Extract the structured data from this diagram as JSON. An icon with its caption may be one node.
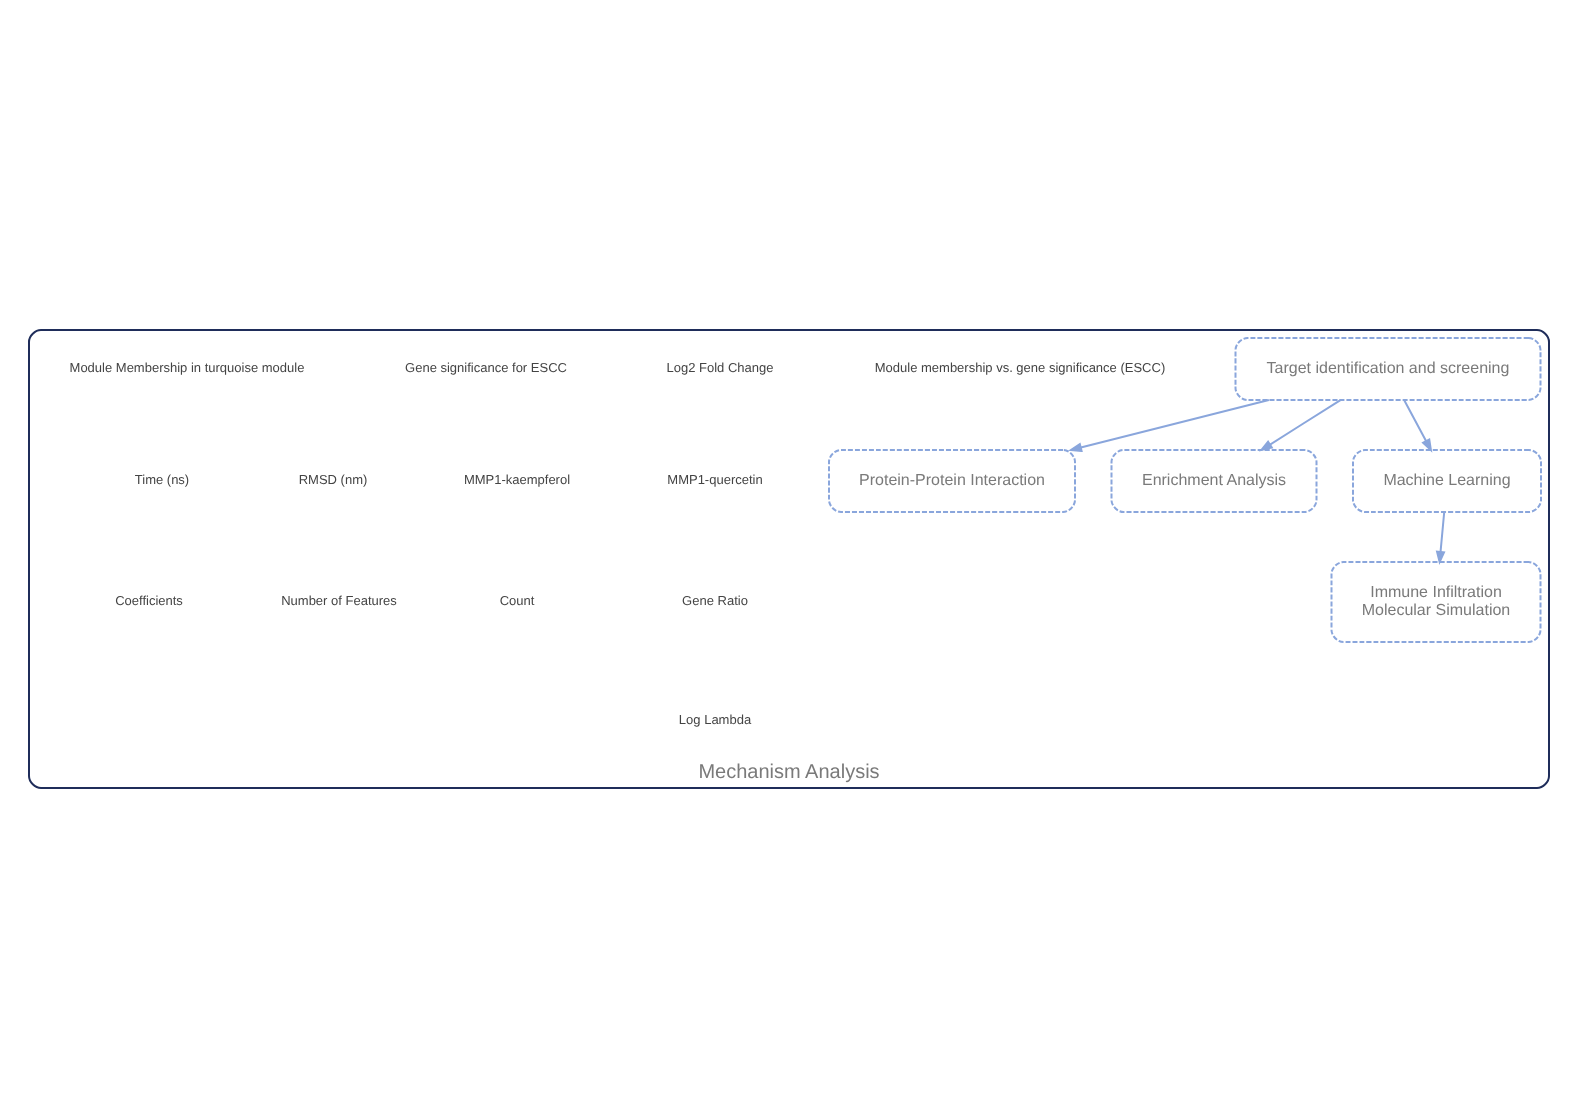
{
  "diagram": {
    "nodes": [
      {
        "text": [
          "Mechanism Analysis"
        ]
      },
      {
        "text": [
          "Target identification and screening"
        ],
        "in": 0
      },
      {
        "text": [
          "Protein-Protein Interaction"
        ],
        "in": 0
      },
      {
        "text": [
          "Enrichment Analysis"
        ],
        "in": 0
      },
      {
        "text": [
          "Machine Learning"
        ],
        "in": 0
      },
      {
        "text": [
          "Immune Infiltration",
          "Molecular Simulation"
        ],
        "in": 0
      }
    ],
    "edges": [
      {
        "from": 1,
        "to": 2,
        "arrow": "to"
      },
      {
        "from": 1,
        "to": 3,
        "arrow": "to"
      },
      {
        "from": 1,
        "to": 4,
        "arrow": "to"
      },
      {
        "from": 4,
        "to": 5,
        "arrow": "to"
      }
    ],
    "labels": [
      "Module membership vs. gene significance (ESCC)",
      "Log2 Fold Change",
      "Gene significance for ESCC",
      "Module Membership in turquoise module",
      "MMP1-quercetin",
      "MMP1-kaempferol",
      "RMSD (nm)",
      "Time (ns)",
      "Gene Ratio",
      "Count",
      "Number of Features",
      "Coefficients",
      "Log Lambda"
    ]
  }
}
